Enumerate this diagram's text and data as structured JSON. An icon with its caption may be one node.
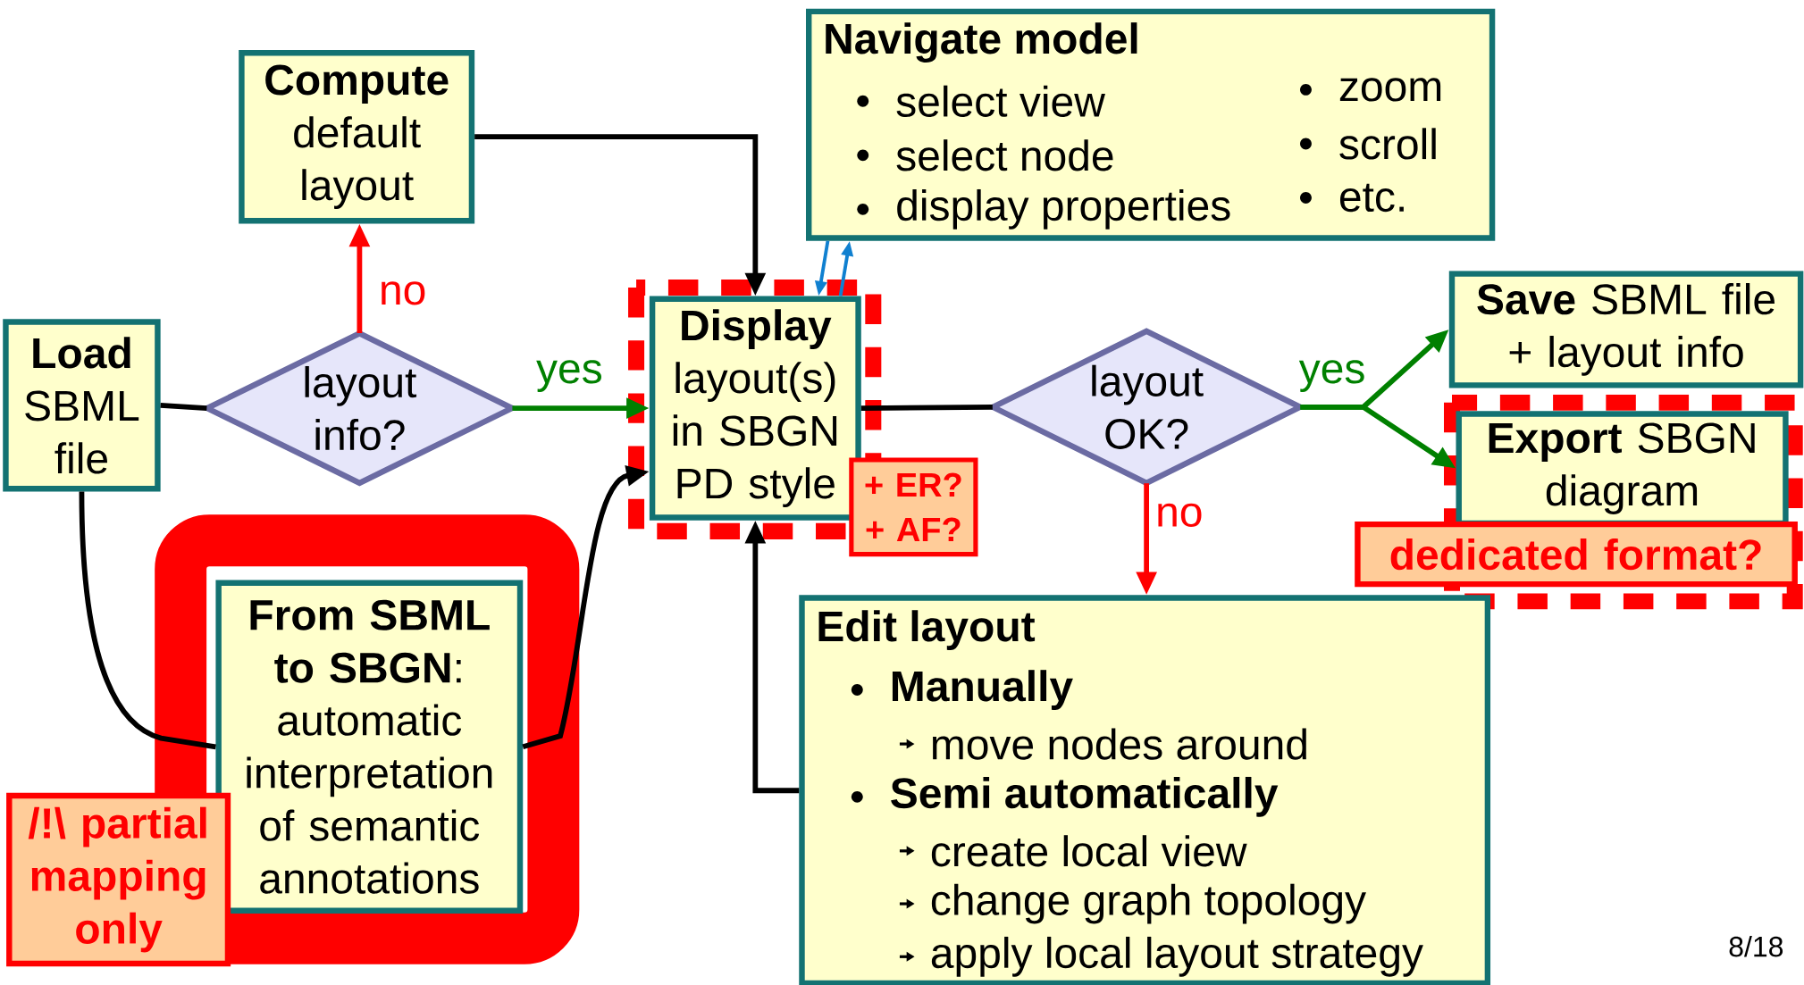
{
  "diagram": {
    "nodes": [
      {
        "text": [
          "**Load** SBML file"
        ]
      },
      {
        "text": [
          "layout info?"
        ]
      },
      {
        "text": [
          "**Compute** default layout"
        ]
      },
      {
        "text": [
          "**Display** layout(s) in SBGN PD style"
        ]
      },
      {
        "text": [
          "+ ER? + AF?"
        ]
      },
      {
        "text": [
          "Navigate model",
          "select view",
          "select node",
          "display properties",
          "zoom",
          "scroll",
          "etc."
        ]
      },
      {
        "text": [
          "layout OK?"
        ]
      },
      {
        "text": [
          "**Save** SBML file + layout info"
        ]
      },
      {
        "text": [
          "**Export** SBGN diagram"
        ]
      },
      {
        "text": [
          "dedicated format?"
        ]
      },
      {
        "text": [
          "Edit layout",
          "Manually",
          "move nodes around",
          "Semi automatically",
          "create local view",
          "change graph topology",
          "apply local layout strategy"
        ]
      },
      {
        "text": [
          "**From SBML to SBGN**: automatic interpretation of semantic annotations"
        ]
      },
      {
        "text": [
          "/!\\ partial mapping only"
        ]
      }
    ],
    "edges": [
      {
        "from": 0,
        "to": 1,
        "arrow": "none"
      },
      {
        "from": 1,
        "to": 2,
        "arrow": "to",
        "label": "no",
        "color": "#ff0000"
      },
      {
        "from": 1,
        "to": 3,
        "arrow": "to",
        "label": "yes",
        "color": "#008000"
      },
      {
        "from": 2,
        "to": 3,
        "arrow": "to"
      },
      {
        "from": 5,
        "to": 3,
        "arrow": "to",
        "color": "#1080d0"
      },
      {
        "from": 3,
        "to": 5,
        "arrow": "to",
        "color": "#1080d0"
      },
      {
        "from": 3,
        "to": 6,
        "arrow": "none"
      },
      {
        "from": 6,
        "to": 7,
        "arrow": "to",
        "label": "yes",
        "color": "#008000"
      },
      {
        "from": 6,
        "to": 8,
        "arrow": "to",
        "color": "#008000"
      },
      {
        "from": 6,
        "to": 10,
        "arrow": "to",
        "label": "no",
        "color": "#ff0000"
      },
      {
        "from": 10,
        "to": 3,
        "arrow": "to"
      },
      {
        "from": 0,
        "to": 11,
        "arrow": "none"
      },
      {
        "from": 11,
        "to": 3,
        "arrow": "to"
      }
    ],
    "labels": [
      "8/18"
    ]
  }
}
